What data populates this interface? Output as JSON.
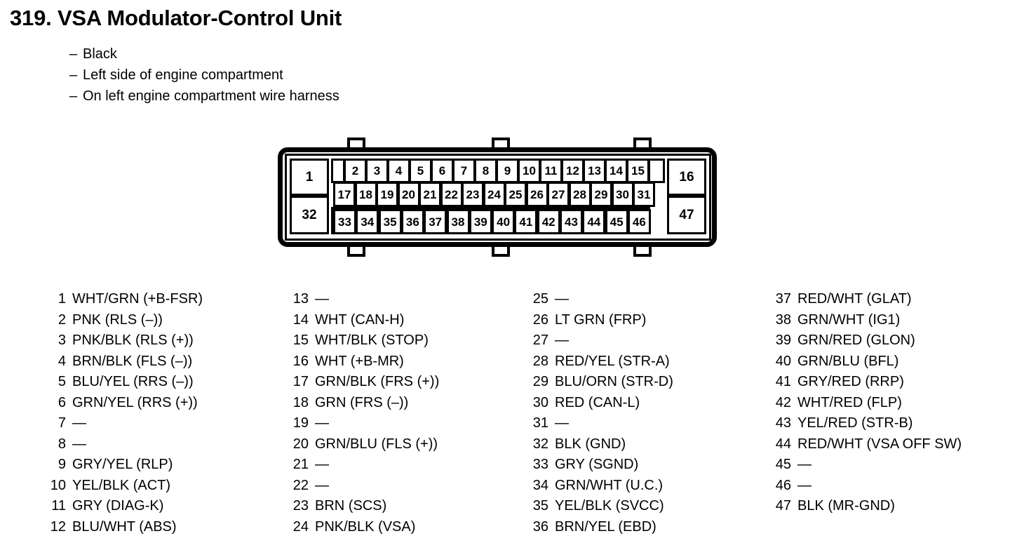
{
  "header": {
    "title": "319. VSA Modulator-Control Unit",
    "bullets": [
      {
        "dash": "–",
        "text": "Black"
      },
      {
        "dash": "–",
        "text": "Left side of engine compartment"
      },
      {
        "dash": "–",
        "text": "On left engine compartment wire harness"
      }
    ]
  },
  "connector": {
    "left_top_pin": "1",
    "left_bottom_pin": "32",
    "right_top_pin": "16",
    "right_bottom_pin": "47",
    "row_a": [
      "2",
      "3",
      "4",
      "5",
      "6",
      "7",
      "8",
      "9",
      "10",
      "11",
      "12",
      "13",
      "14",
      "15"
    ],
    "row_b": [
      "17",
      "18",
      "19",
      "20",
      "21",
      "22",
      "23",
      "24",
      "25",
      "26",
      "27",
      "28",
      "29",
      "30",
      "31"
    ],
    "row_d": [
      "33",
      "34",
      "35",
      "36",
      "37",
      "38",
      "39",
      "40",
      "41",
      "42",
      "43",
      "44",
      "45",
      "46"
    ],
    "tabs": [
      "tab-left",
      "tab-center",
      "tab-right"
    ]
  },
  "pin_columns": [
    [
      {
        "num": "1",
        "label": "WHT/GRN (+B-FSR)"
      },
      {
        "num": "2",
        "label": "PNK (RLS (–))"
      },
      {
        "num": "3",
        "label": "PNK/BLK (RLS (+))"
      },
      {
        "num": "4",
        "label": "BRN/BLK (FLS (–))"
      },
      {
        "num": "5",
        "label": "BLU/YEL (RRS (–))"
      },
      {
        "num": "6",
        "label": "GRN/YEL (RRS (+))"
      },
      {
        "num": "7",
        "label": "—"
      },
      {
        "num": "8",
        "label": "—"
      },
      {
        "num": "9",
        "label": "GRY/YEL (RLP)"
      },
      {
        "num": "10",
        "label": "YEL/BLK (ACT)"
      },
      {
        "num": "11",
        "label": "GRY (DIAG-K)"
      },
      {
        "num": "12",
        "label": "BLU/WHT (ABS)"
      }
    ],
    [
      {
        "num": "13",
        "label": "—"
      },
      {
        "num": "14",
        "label": "WHT (CAN-H)"
      },
      {
        "num": "15",
        "label": "WHT/BLK (STOP)"
      },
      {
        "num": "16",
        "label": "WHT (+B-MR)"
      },
      {
        "num": "17",
        "label": "GRN/BLK (FRS (+))"
      },
      {
        "num": "18",
        "label": "GRN (FRS (–))"
      },
      {
        "num": "19",
        "label": "—"
      },
      {
        "num": "20",
        "label": "GRN/BLU (FLS (+))"
      },
      {
        "num": "21",
        "label": "—"
      },
      {
        "num": "22",
        "label": "—"
      },
      {
        "num": "23",
        "label": "BRN (SCS)"
      },
      {
        "num": "24",
        "label": "PNK/BLK (VSA)"
      }
    ],
    [
      {
        "num": "25",
        "label": "—"
      },
      {
        "num": "26",
        "label": "LT GRN (FRP)"
      },
      {
        "num": "27",
        "label": "—"
      },
      {
        "num": "28",
        "label": "RED/YEL (STR-A)"
      },
      {
        "num": "29",
        "label": "BLU/ORN (STR-D)"
      },
      {
        "num": "30",
        "label": "RED (CAN-L)"
      },
      {
        "num": "31",
        "label": "—"
      },
      {
        "num": "32",
        "label": "BLK (GND)"
      },
      {
        "num": "33",
        "label": "GRY (SGND)"
      },
      {
        "num": "34",
        "label": "GRN/WHT (U.C.)"
      },
      {
        "num": "35",
        "label": "YEL/BLK (SVCC)"
      },
      {
        "num": "36",
        "label": "BRN/YEL (EBD)"
      }
    ],
    [
      {
        "num": "37",
        "label": "RED/WHT (GLAT)"
      },
      {
        "num": "38",
        "label": "GRN/WHT (IG1)"
      },
      {
        "num": "39",
        "label": "GRN/RED (GLON)"
      },
      {
        "num": "40",
        "label": "GRN/BLU (BFL)"
      },
      {
        "num": "41",
        "label": "GRY/RED (RRP)"
      },
      {
        "num": "42",
        "label": "WHT/RED (FLP)"
      },
      {
        "num": "43",
        "label": "YEL/RED (STR-B)"
      },
      {
        "num": "44",
        "label": "RED/WHT (VSA OFF SW)"
      },
      {
        "num": "45",
        "label": "—"
      },
      {
        "num": "46",
        "label": "—"
      },
      {
        "num": "47",
        "label": "BLK (MR-GND)"
      }
    ]
  ],
  "colors": {
    "ink": "#000000",
    "paper": "#ffffff"
  }
}
